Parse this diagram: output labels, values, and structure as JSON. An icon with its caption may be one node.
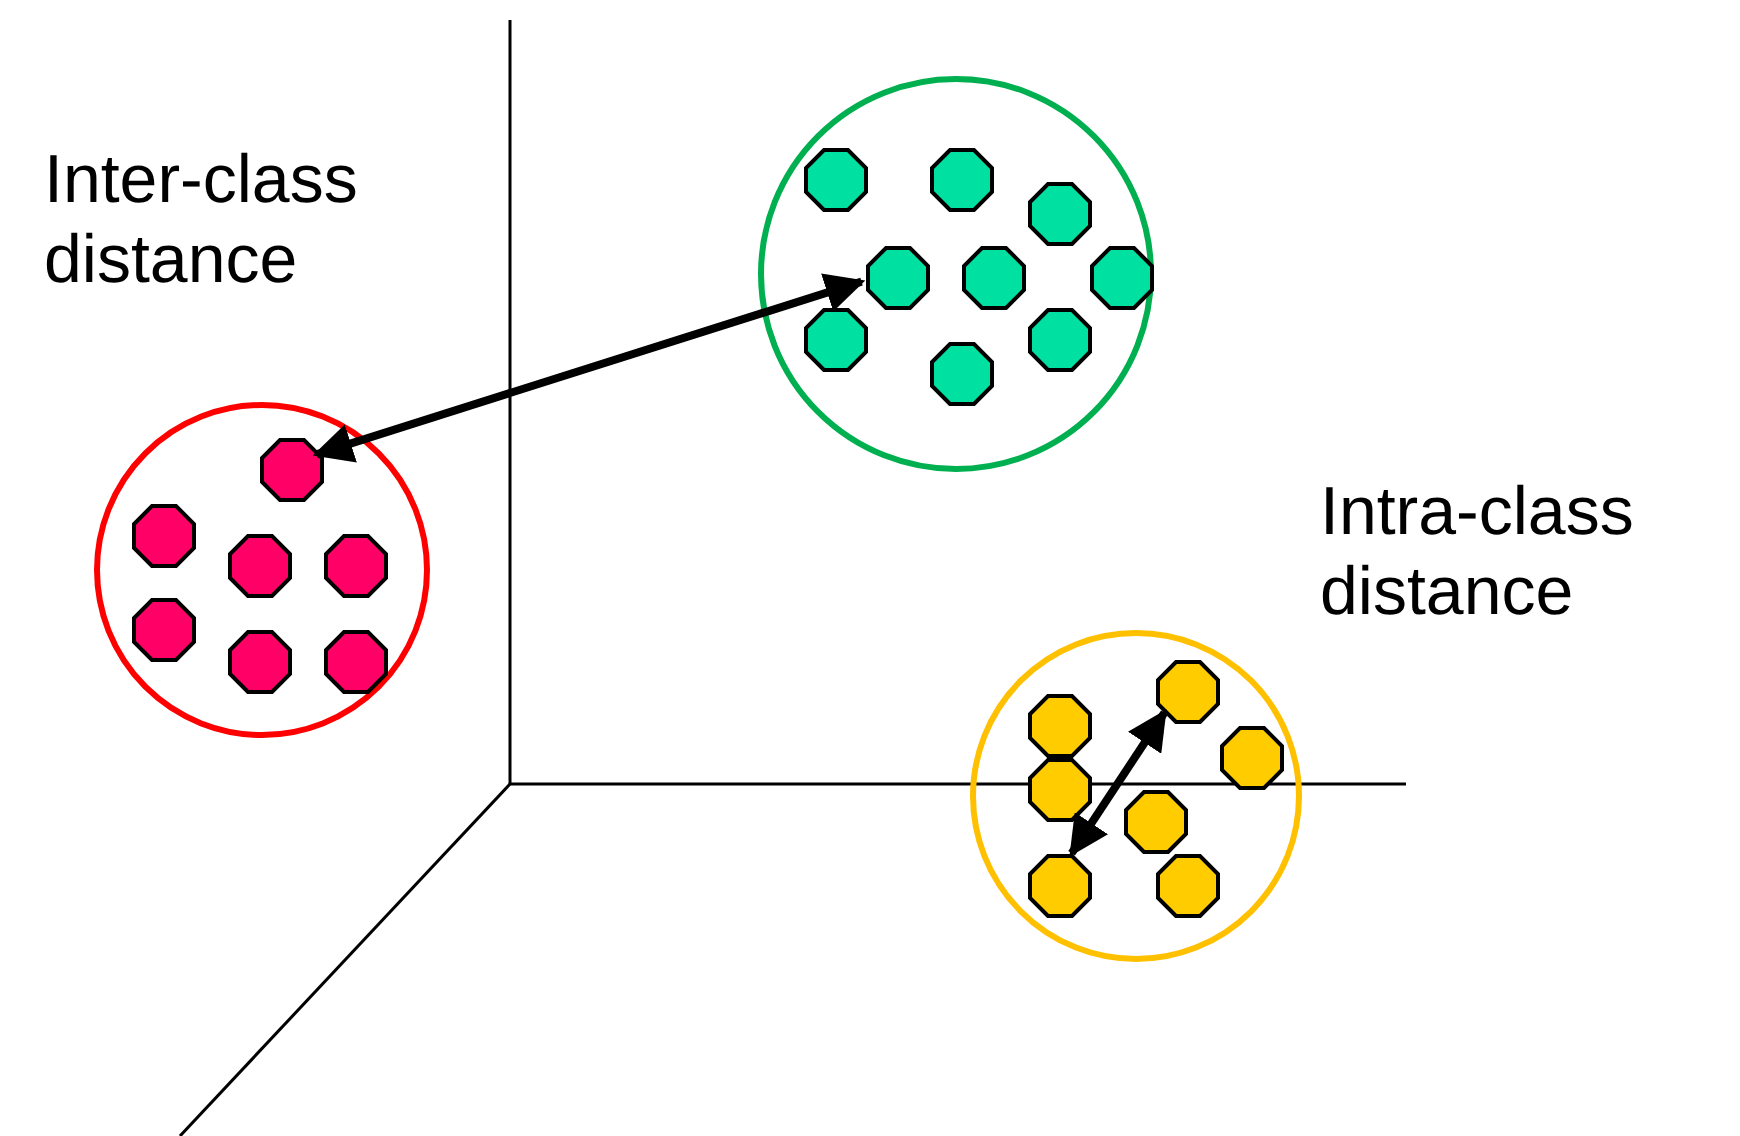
{
  "diagram": {
    "nodes": [
      {
        "text": [],
        "shape": "circle"
      },
      {
        "text": [],
        "shape": "octagon",
        "in": 0
      },
      {
        "text": [],
        "shape": "octagon",
        "in": 0
      },
      {
        "text": [],
        "shape": "octagon",
        "in": 0
      },
      {
        "text": [],
        "shape": "octagon",
        "in": 0
      },
      {
        "text": [],
        "shape": "octagon",
        "in": 0
      },
      {
        "text": [],
        "shape": "octagon",
        "in": 0
      },
      {
        "text": [],
        "shape": "octagon",
        "in": 0
      },
      {
        "text": [],
        "shape": "circle"
      },
      {
        "text": [],
        "shape": "octagon",
        "in": 8
      },
      {
        "text": [],
        "shape": "octagon",
        "in": 8
      },
      {
        "text": [],
        "shape": "octagon",
        "in": 8
      },
      {
        "text": [],
        "shape": "octagon",
        "in": 8
      },
      {
        "text": [],
        "shape": "octagon",
        "in": 8
      },
      {
        "text": [],
        "shape": "octagon",
        "in": 8
      },
      {
        "text": [],
        "shape": "octagon",
        "in": 8
      },
      {
        "text": [],
        "shape": "octagon",
        "in": 8
      },
      {
        "text": [],
        "shape": "octagon",
        "in": 8
      },
      {
        "text": [],
        "shape": "circle"
      },
      {
        "text": [],
        "shape": "octagon",
        "in": 18
      },
      {
        "text": [],
        "shape": "octagon",
        "in": 18
      },
      {
        "text": [],
        "shape": "octagon",
        "in": 18
      },
      {
        "text": [],
        "shape": "octagon",
        "in": 18
      },
      {
        "text": [],
        "shape": "octagon",
        "in": 18
      },
      {
        "text": [],
        "shape": "octagon",
        "in": 18
      },
      {
        "text": [],
        "shape": "octagon",
        "in": 18
      }
    ],
    "edges": [
      {
        "from": 1,
        "to": 12,
        "arrow": "both"
      },
      {
        "from": 19,
        "to": 24,
        "arrow": "both"
      }
    ],
    "labels": [
      "Inter-class distance",
      "Intra-class distance"
    ]
  }
}
